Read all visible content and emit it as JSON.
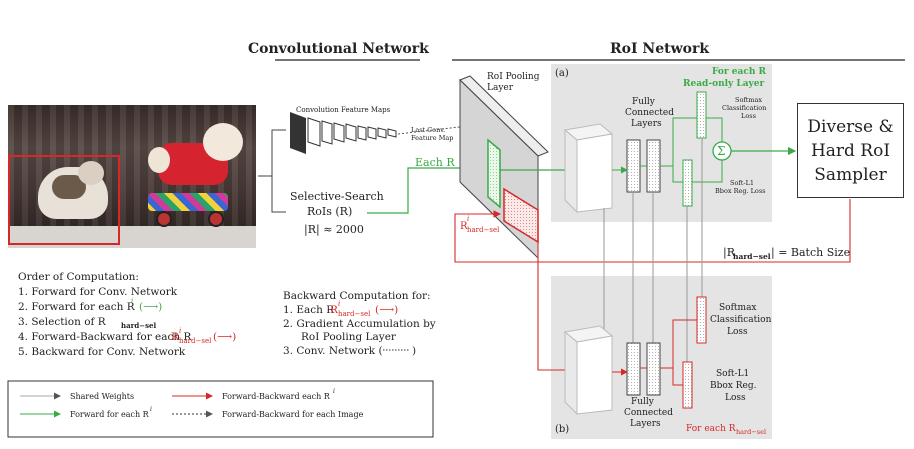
{
  "titles": {
    "conv": "Convolutional Network",
    "roi": "RoI Network"
  },
  "labels": {
    "conv_feature_maps": "Convolution Feature Maps",
    "last_conv_line1": "Last Conv.",
    "last_conv_line2": "Feature Map",
    "roi_pool_line1": "RoI Pooling",
    "roi_pool_line2": "Layer",
    "panel_a": "(a)",
    "panel_b": "(b)",
    "for_each_r_line1": "For each R",
    "for_each_r_line2": "Read-only Layer",
    "fc_a_line1": "Fully",
    "fc_a_line2": "Connected",
    "fc_a_line3": "Layers",
    "softmax_a_line1": "Softmax",
    "softmax_a_line2": "Classification",
    "softmax_a_line3": "Loss",
    "sigma": "Σ",
    "smooth_a_line1": "Soft-L1",
    "smooth_a_line2": "Bbox Reg. Loss",
    "each_ri": "Each R",
    "rhardsel": "R",
    "rhardsel_sub": "hard−sel",
    "selective_line1": "Selective-Search",
    "selective_line2": "RoIs (R)",
    "selective_line3": "|R| ≈ 2000",
    "batch_size": "|R",
    "batch_size_sub": "hard−sel",
    "batch_size_rest": "| = Batch Size",
    "fc_b_line1": "Fully",
    "fc_b_line2": "Connected",
    "fc_b_line3": "Layers",
    "softmax_b_line1": "Softmax",
    "softmax_b_line2": "Classification",
    "softmax_b_line3": "Loss",
    "smooth_b_line1": "Soft-L1",
    "smooth_b_line2": "Bbox Reg.",
    "smooth_b_line3": "Loss",
    "for_each_rhs": "For each R",
    "for_each_rhs_sub": "hard−sel",
    "sampler_line1": "Diverse &",
    "sampler_line2": "Hard RoI",
    "sampler_line3": "Sampler"
  },
  "order": {
    "title": "Order of Computation:",
    "items": [
      "1.  Forward for Conv. Network",
      "2.  Forward for each R",
      "3.  Selection of R",
      "4.  Forward-Backward for each R",
      "5.  Backward for Conv. Network"
    ]
  },
  "backward": {
    "title": "Backward Computation for:",
    "items": [
      "1.  Each R",
      "2.  Gradient Accumulation by",
      "RoI Pooling Layer",
      "3.  Conv. Network ("
    ]
  },
  "legend": {
    "shared": "Shared Weights",
    "fwd_each": "Forward for each R",
    "fb_each": "Forward-Backward each R",
    "fb_image": "Forward-Backward for each Image"
  },
  "colors": {
    "green": "#3aaa48",
    "red": "#d62828",
    "panel_gray": "#e4e4e4"
  }
}
